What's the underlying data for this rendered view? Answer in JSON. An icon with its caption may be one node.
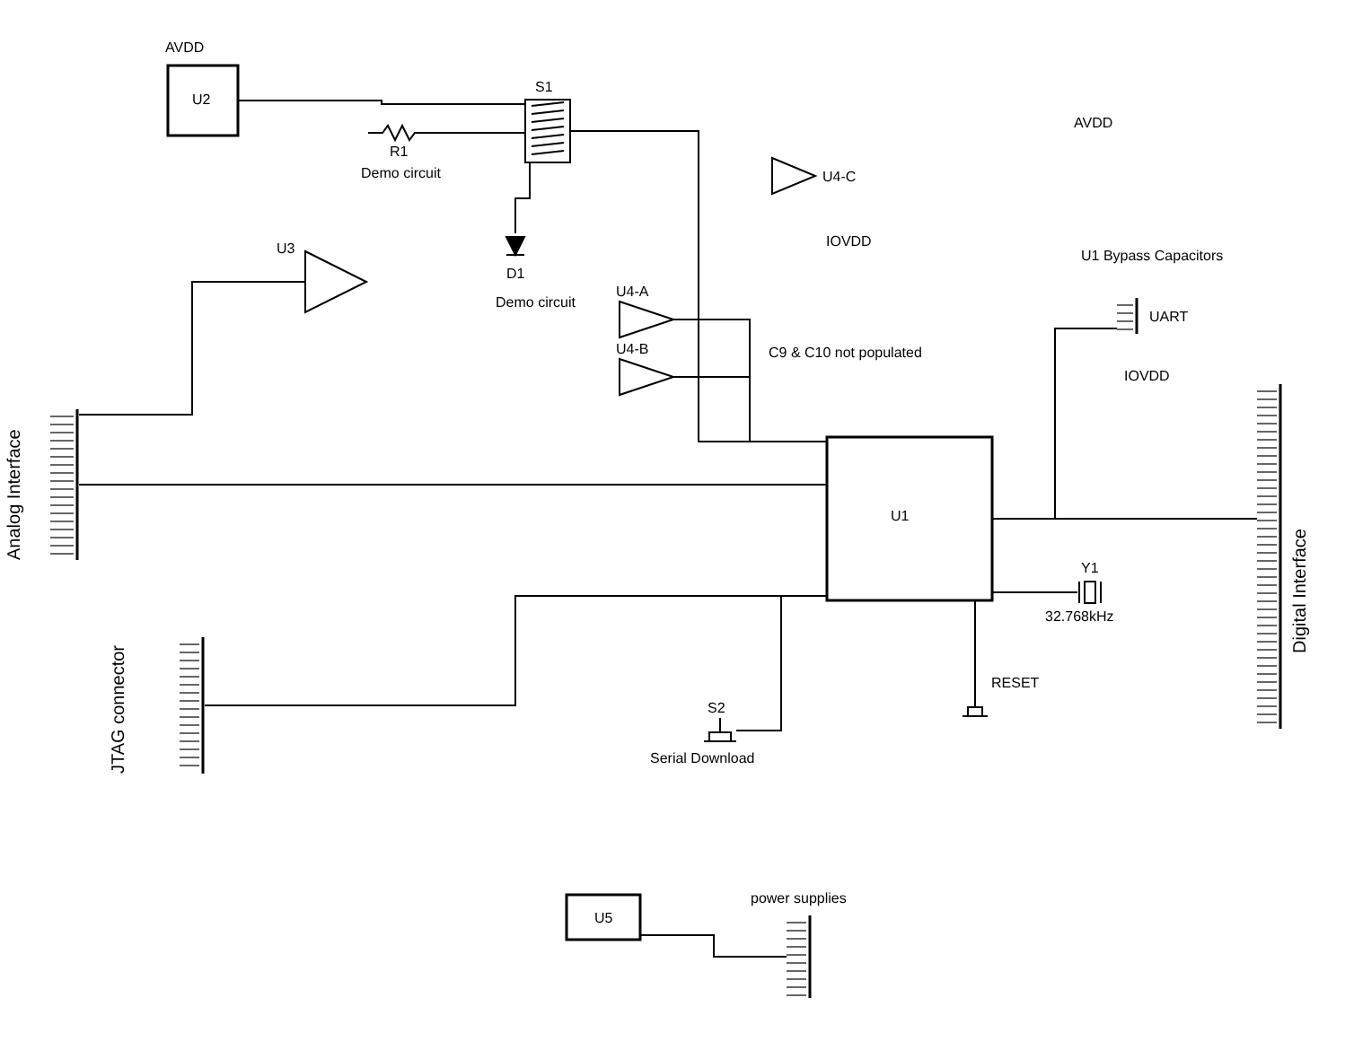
{
  "diagram": {
    "nodes": [
      {
        "text": [
          "U2"
        ]
      },
      {
        "text": [
          "S1"
        ]
      },
      {
        "text": [
          "U3"
        ]
      },
      {
        "text": [
          "U4-A"
        ]
      },
      {
        "text": [
          "U4-B"
        ]
      },
      {
        "text": [
          "U4-C"
        ]
      },
      {
        "text": [
          "U1"
        ]
      },
      {
        "text": [
          "Analog Interface"
        ]
      },
      {
        "text": [
          "JTAG connector"
        ]
      },
      {
        "text": [
          "Digital Interface"
        ]
      },
      {
        "text": [
          "UART"
        ]
      },
      {
        "text": [
          "U5"
        ]
      },
      {
        "text": [
          "R1"
        ],
        "beside": [
          "Demo circuit"
        ]
      },
      {
        "text": [
          "D1"
        ],
        "beside": [
          "Demo circuit"
        ]
      },
      {
        "text": [
          "S2"
        ],
        "beside": [
          "Serial Download"
        ]
      },
      {
        "text": [
          "RESET"
        ]
      },
      {
        "text": [
          "Y1"
        ],
        "beside": [
          "32.768kHz"
        ]
      },
      {
        "text": [
          "power supplies"
        ]
      }
    ],
    "edges": [
      {
        "from": 0,
        "to": 1,
        "arrow": "none"
      },
      {
        "from": 12,
        "to": 1,
        "arrow": "none"
      },
      {
        "from": 13,
        "to": 1,
        "arrow": "none"
      },
      {
        "from": 1,
        "to": 6,
        "arrow": "none"
      },
      {
        "from": 2,
        "to": 7,
        "arrow": "none"
      },
      {
        "from": 3,
        "to": 6,
        "arrow": "none"
      },
      {
        "from": 4,
        "to": 6,
        "arrow": "none"
      },
      {
        "from": 7,
        "to": 6,
        "arrow": "none"
      },
      {
        "from": 8,
        "to": 6,
        "arrow": "none"
      },
      {
        "from": 6,
        "to": 9,
        "arrow": "none"
      },
      {
        "from": 6,
        "to": 10,
        "arrow": "none"
      },
      {
        "from": 14,
        "to": 6,
        "arrow": "none"
      },
      {
        "from": 15,
        "to": 6,
        "arrow": "none"
      },
      {
        "from": 16,
        "to": 6,
        "arrow": "none"
      },
      {
        "from": 17,
        "to": 11,
        "arrow": "none"
      }
    ],
    "labels": [
      "AVDD",
      "U1 Bypass Capacitors",
      "C9 & C10 not populated",
      "IOVDD",
      "AVDD",
      "IOVDD"
    ]
  }
}
